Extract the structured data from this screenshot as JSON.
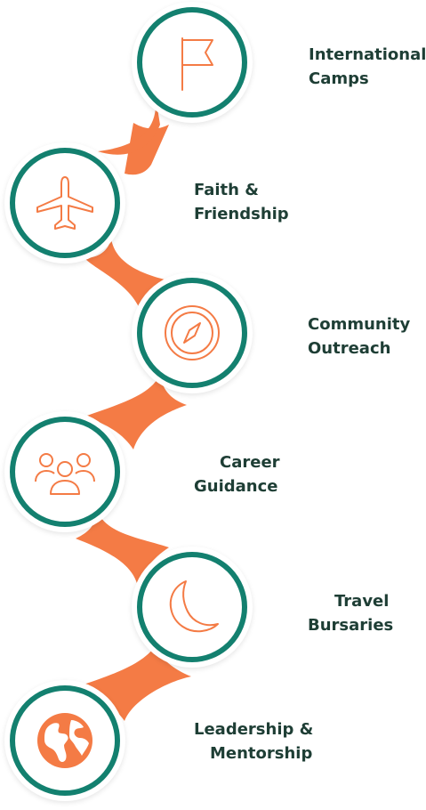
{
  "colors": {
    "accent": "#f47b45",
    "ring": "#13806f",
    "text": "#1e3e35"
  },
  "steps": [
    {
      "icon": "flag-icon",
      "line1": "International",
      "line2": "Camps"
    },
    {
      "icon": "airplane-icon",
      "line1": "Faith &",
      "line2": "Friendship"
    },
    {
      "icon": "compass-icon",
      "line1": "Community",
      "line2": "Outreach"
    },
    {
      "icon": "people-group-icon",
      "line1": "Career",
      "line2": "Guidance"
    },
    {
      "icon": "crescent-moon-icon",
      "line1": "Travel",
      "line2": "Bursaries"
    },
    {
      "icon": "globe-icon",
      "line1": "Leadership &",
      "line2": "Mentorship"
    }
  ]
}
